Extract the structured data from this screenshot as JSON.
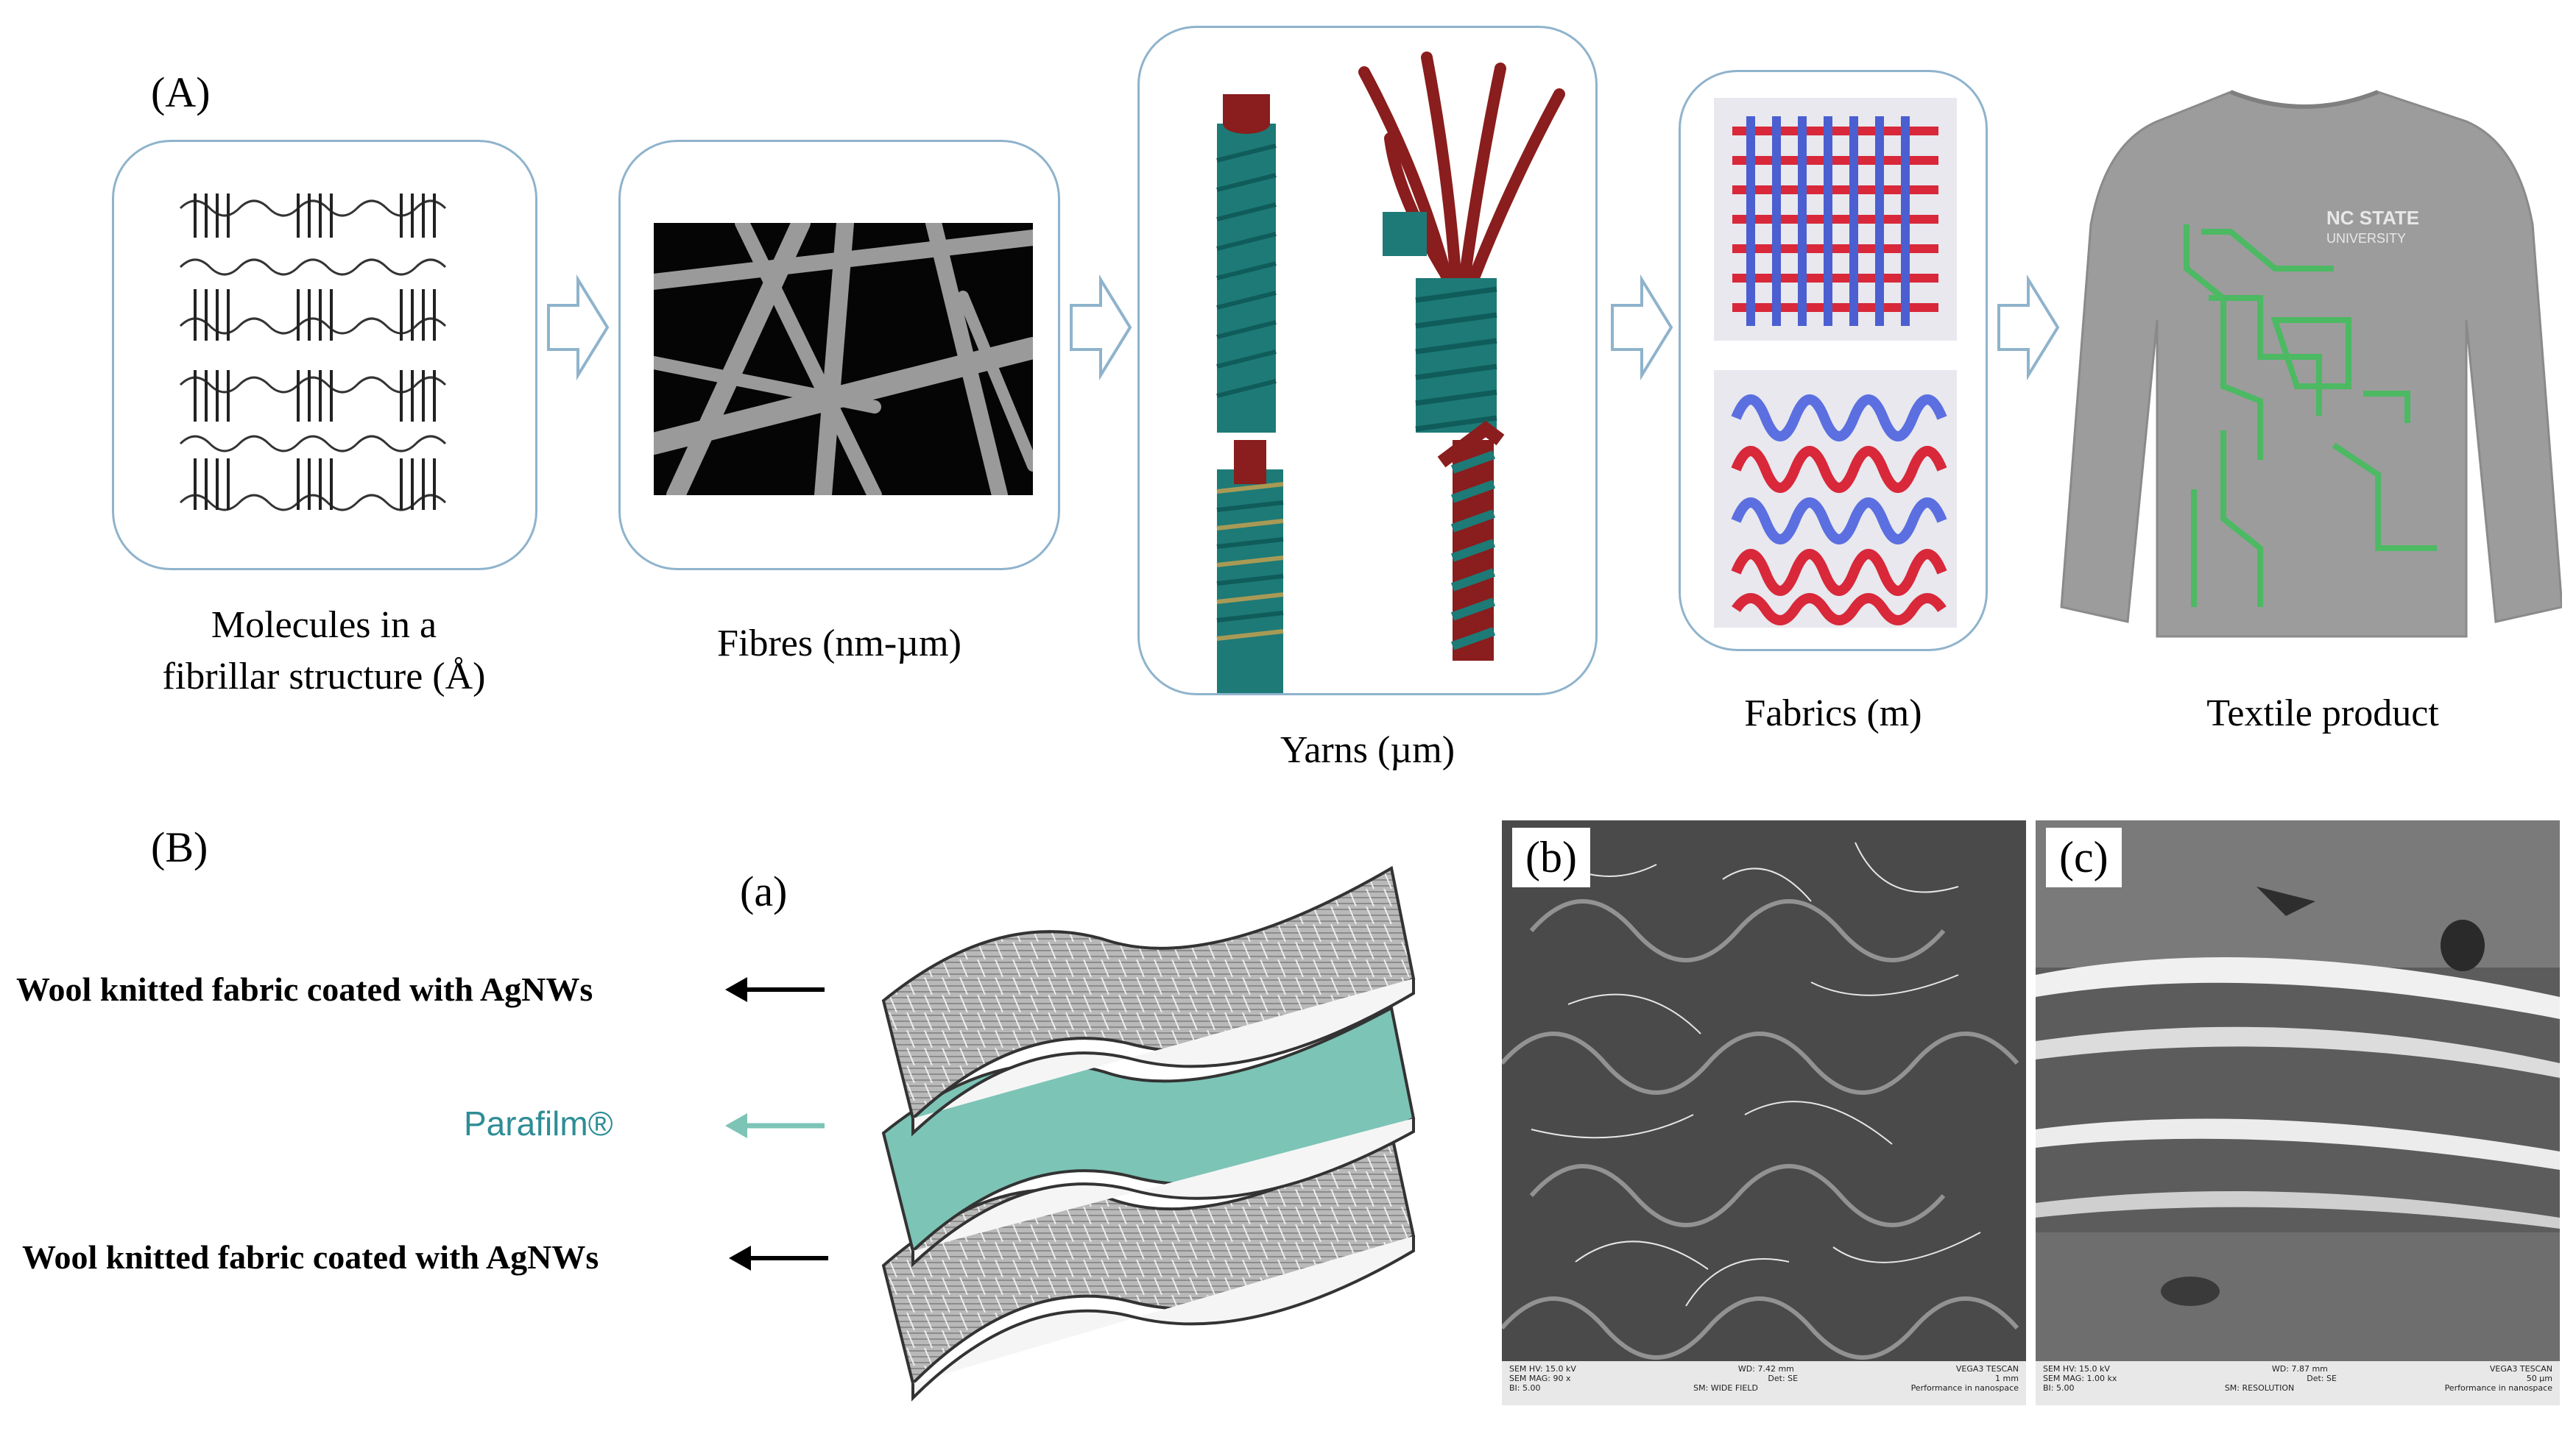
{
  "section_a": {
    "letter": "(A)",
    "stages": [
      {
        "label_line1": "Molecules in a",
        "label_line2": "fibrillar structure (Å)"
      },
      {
        "label_line1": "Fibres (nm-µm)"
      },
      {
        "label_line1": "Yarns (µm)"
      },
      {
        "label_line1": "Fabrics (m)"
      },
      {
        "label_line1": "Textile product"
      }
    ],
    "shirt_logo_line1": "NC STATE",
    "shirt_logo_line2": "UNIVERSITY"
  },
  "section_b": {
    "letter": "(B)",
    "sub_a": "(a)",
    "sub_b": "(b)",
    "sub_c": "(c)",
    "layer_top": "Wool knitted fabric coated with AgNWs",
    "layer_mid": "Parafilm®",
    "layer_bottom": "Wool knitted fabric coated with AgNWs",
    "colors": {
      "parafilm": "#4a9aa3",
      "parafilm_fill": "#7cc4b6",
      "arrow_black": "#000000"
    },
    "sem_b": {
      "hv": "SEM HV: 15.0 kV",
      "wd": "WD: 7.42 mm",
      "brand": "VEGA3 TESCAN",
      "mag": "SEM MAG: 90 x",
      "det": "Det: SE",
      "scale": "1 mm",
      "bi": "BI: 5.00",
      "sm": "SM: WIDE FIELD",
      "perf": "Performance in nanospace"
    },
    "sem_c": {
      "hv": "SEM HV: 15.0 kV",
      "wd": "WD: 7.87 mm",
      "brand": "VEGA3 TESCAN",
      "mag": "SEM MAG: 1.00 kx",
      "det": "Det: SE",
      "scale": "50 µm",
      "bi": "BI: 5.00",
      "sm": "SM: RESOLUTION",
      "perf": "Performance in nanospace"
    }
  }
}
